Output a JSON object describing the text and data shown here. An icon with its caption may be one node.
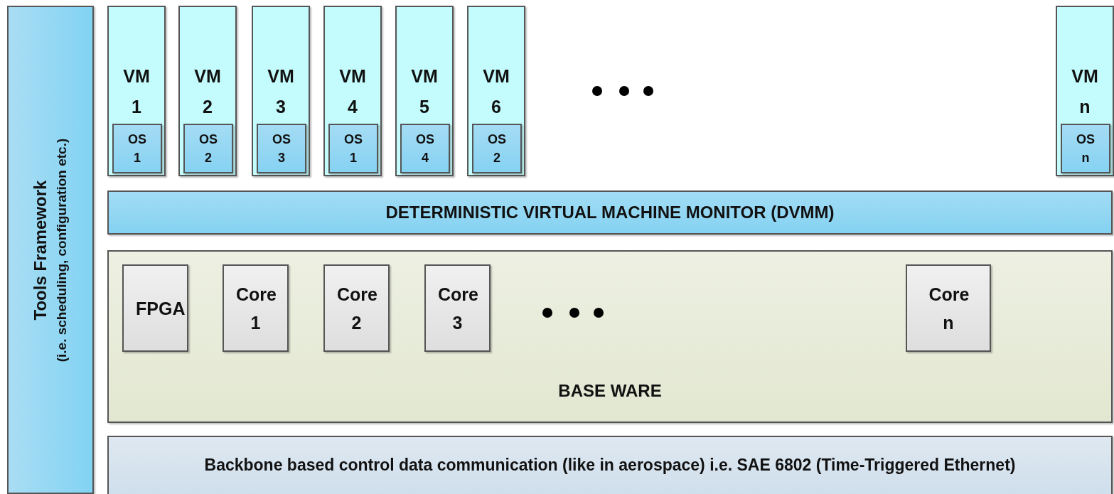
{
  "diagram": {
    "nodes": [
      {
        "text": [
          "Tools Framework",
          "(i.e. scheduling, configuration etc.)"
        ]
      },
      {
        "text": [
          "VM 1"
        ]
      },
      {
        "text": [
          "OS 1"
        ],
        "in": 1
      },
      {
        "text": [
          "VM 2"
        ]
      },
      {
        "text": [
          "OS 2"
        ],
        "in": 3
      },
      {
        "text": [
          "VM 3"
        ]
      },
      {
        "text": [
          "OS 3"
        ],
        "in": 5
      },
      {
        "text": [
          "VM 4"
        ]
      },
      {
        "text": [
          "OS 1"
        ],
        "in": 7
      },
      {
        "text": [
          "VM 5"
        ]
      },
      {
        "text": [
          "OS 4"
        ],
        "in": 9
      },
      {
        "text": [
          "VM 6"
        ]
      },
      {
        "text": [
          "OS 2"
        ],
        "in": 11
      },
      {
        "text": [
          "VM n"
        ]
      },
      {
        "text": [
          "OS n"
        ],
        "in": 13
      },
      {
        "text": [
          "DETERMINISTIC VIRTUAL MACHINE MONITOR (DVMM)"
        ]
      },
      {
        "text": [
          "BASE WARE"
        ]
      },
      {
        "text": [
          "FPGA"
        ],
        "in": 16
      },
      {
        "text": [
          "Core 1"
        ],
        "in": 16
      },
      {
        "text": [
          "Core 2"
        ],
        "in": 16
      },
      {
        "text": [
          "Core 3"
        ],
        "in": 16
      },
      {
        "text": [
          "Core n"
        ],
        "in": 16
      },
      {
        "text": [
          "Backbone based control data communication (like in aerospace) i.e. SAE 6802 (Time-Triggered Ethernet)"
        ]
      }
    ]
  }
}
